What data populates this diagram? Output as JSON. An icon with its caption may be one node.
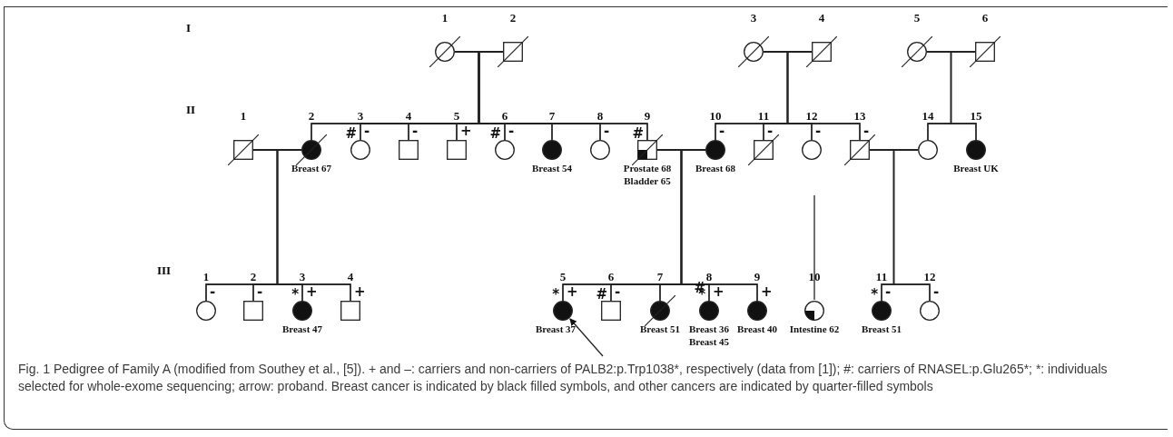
{
  "diagram": {
    "caption": "Fig. 1 Pedigree of Family A (modified from Southey et al., [5]). + and –: carriers and non-carriers of PALB2:p.Trp1038*, respectively (data from [1]); #: carriers of RNASEL:p.Glu265*; *: individuals selected for whole-exome sequencing; arrow: proband. Breast cancer is indicated by black filled symbols, and other cancers are indicated by quarter-filled symbols",
    "nodes": [
      {
        "text": [
          "1"
        ]
      },
      {
        "text": [
          "2"
        ]
      },
      {
        "text": [
          "3"
        ]
      },
      {
        "text": [
          "4"
        ]
      },
      {
        "text": [
          "5"
        ]
      },
      {
        "text": [
          "6"
        ]
      },
      {
        "text": [
          "1"
        ]
      },
      {
        "text": [
          "2"
        ],
        "beside": [
          "Breast 67"
        ]
      },
      {
        "text": [
          "3"
        ],
        "beside": [
          "#",
          "-"
        ]
      },
      {
        "text": [
          "4"
        ],
        "beside": [
          "-"
        ]
      },
      {
        "text": [
          "5"
        ],
        "beside": [
          "+"
        ]
      },
      {
        "text": [
          "6"
        ],
        "beside": [
          "#",
          "-"
        ]
      },
      {
        "text": [
          "7"
        ],
        "beside": [
          "Breast 54"
        ]
      },
      {
        "text": [
          "8"
        ],
        "beside": [
          "-"
        ]
      },
      {
        "text": [
          "9"
        ],
        "beside": [
          "#",
          "Prostate 68",
          "Bladder 65"
        ]
      },
      {
        "text": [
          "10"
        ],
        "beside": [
          "-",
          "Breast 68"
        ]
      },
      {
        "text": [
          "11"
        ],
        "beside": [
          "-"
        ]
      },
      {
        "text": [
          "12"
        ],
        "beside": [
          "-"
        ]
      },
      {
        "text": [
          "13"
        ],
        "beside": [
          "-"
        ]
      },
      {
        "text": [
          "14"
        ]
      },
      {
        "text": [
          "15"
        ],
        "beside": [
          "Breast UK"
        ]
      },
      {
        "text": [
          "1"
        ],
        "beside": [
          "-"
        ]
      },
      {
        "text": [
          "2"
        ],
        "beside": [
          "-"
        ]
      },
      {
        "text": [
          "3"
        ],
        "beside": [
          "*",
          "+",
          "Breast 47"
        ]
      },
      {
        "text": [
          "4"
        ],
        "beside": [
          "+"
        ]
      },
      {
        "text": [
          "5"
        ],
        "beside": [
          "*",
          "+",
          "Breast 37"
        ]
      },
      {
        "text": [
          "6"
        ],
        "beside": [
          "#",
          "-"
        ]
      },
      {
        "text": [
          "7"
        ],
        "beside": [
          "Breast 51"
        ]
      },
      {
        "text": [
          "8"
        ],
        "beside": [
          "#",
          "*",
          "+",
          "Breast 36",
          "Breast 45"
        ]
      },
      {
        "text": [
          "9"
        ],
        "beside": [
          "+",
          "Breast 40"
        ]
      },
      {
        "text": [
          "10"
        ],
        "beside": [
          "Intestine 62"
        ]
      },
      {
        "text": [
          "11"
        ],
        "beside": [
          "*",
          "-",
          "Breast 51"
        ]
      },
      {
        "text": [
          "12"
        ],
        "beside": [
          "-"
        ]
      }
    ],
    "edges": [
      {
        "from": 0,
        "to": 1,
        "arrow": "none"
      },
      {
        "from": 2,
        "to": 3,
        "arrow": "none"
      },
      {
        "from": 4,
        "to": 5,
        "arrow": "none"
      },
      {
        "from": 6,
        "to": 7,
        "arrow": "none"
      },
      {
        "from": 14,
        "to": 15,
        "arrow": "none"
      },
      {
        "from": 18,
        "to": 19,
        "arrow": "none"
      },
      {
        "from": 0,
        "to": 7,
        "arrow": "none"
      },
      {
        "from": 0,
        "to": 8,
        "arrow": "none"
      },
      {
        "from": 0,
        "to": 9,
        "arrow": "none"
      },
      {
        "from": 0,
        "to": 10,
        "arrow": "none"
      },
      {
        "from": 0,
        "to": 11,
        "arrow": "none"
      },
      {
        "from": 0,
        "to": 12,
        "arrow": "none"
      },
      {
        "from": 0,
        "to": 13,
        "arrow": "none"
      },
      {
        "from": 0,
        "to": 14,
        "arrow": "none"
      },
      {
        "from": 1,
        "to": 7,
        "arrow": "none"
      },
      {
        "from": 1,
        "to": 8,
        "arrow": "none"
      },
      {
        "from": 1,
        "to": 9,
        "arrow": "none"
      },
      {
        "from": 1,
        "to": 10,
        "arrow": "none"
      },
      {
        "from": 1,
        "to": 11,
        "arrow": "none"
      },
      {
        "from": 1,
        "to": 12,
        "arrow": "none"
      },
      {
        "from": 1,
        "to": 13,
        "arrow": "none"
      },
      {
        "from": 1,
        "to": 14,
        "arrow": "none"
      },
      {
        "from": 2,
        "to": 15,
        "arrow": "none"
      },
      {
        "from": 2,
        "to": 16,
        "arrow": "none"
      },
      {
        "from": 2,
        "to": 17,
        "arrow": "none"
      },
      {
        "from": 2,
        "to": 18,
        "arrow": "none"
      },
      {
        "from": 3,
        "to": 15,
        "arrow": "none"
      },
      {
        "from": 3,
        "to": 16,
        "arrow": "none"
      },
      {
        "from": 3,
        "to": 17,
        "arrow": "none"
      },
      {
        "from": 3,
        "to": 18,
        "arrow": "none"
      },
      {
        "from": 4,
        "to": 19,
        "arrow": "none"
      },
      {
        "from": 4,
        "to": 20,
        "arrow": "none"
      },
      {
        "from": 5,
        "to": 19,
        "arrow": "none"
      },
      {
        "from": 5,
        "to": 20,
        "arrow": "none"
      },
      {
        "from": 6,
        "to": 21,
        "arrow": "none"
      },
      {
        "from": 6,
        "to": 22,
        "arrow": "none"
      },
      {
        "from": 6,
        "to": 23,
        "arrow": "none"
      },
      {
        "from": 6,
        "to": 24,
        "arrow": "none"
      },
      {
        "from": 7,
        "to": 21,
        "arrow": "none"
      },
      {
        "from": 7,
        "to": 22,
        "arrow": "none"
      },
      {
        "from": 7,
        "to": 23,
        "arrow": "none"
      },
      {
        "from": 7,
        "to": 24,
        "arrow": "none"
      },
      {
        "from": 14,
        "to": 25,
        "arrow": "none"
      },
      {
        "from": 14,
        "to": 26,
        "arrow": "none"
      },
      {
        "from": 14,
        "to": 27,
        "arrow": "none"
      },
      {
        "from": 14,
        "to": 28,
        "arrow": "none"
      },
      {
        "from": 14,
        "to": 29,
        "arrow": "none"
      },
      {
        "from": 15,
        "to": 25,
        "arrow": "none"
      },
      {
        "from": 15,
        "to": 26,
        "arrow": "none"
      },
      {
        "from": 15,
        "to": 27,
        "arrow": "none"
      },
      {
        "from": 15,
        "to": 28,
        "arrow": "none"
      },
      {
        "from": 15,
        "to": 29,
        "arrow": "none"
      },
      {
        "from": 18,
        "to": 31,
        "arrow": "none"
      },
      {
        "from": 18,
        "to": 32,
        "arrow": "none"
      },
      {
        "from": 19,
        "to": 31,
        "arrow": "none"
      },
      {
        "from": 19,
        "to": 32,
        "arrow": "none"
      },
      {
        "from": null,
        "to": 30,
        "arrow": "none"
      },
      {
        "from": null,
        "to": 25,
        "arrow": "to"
      }
    ],
    "labels": [
      "I",
      "II",
      "III"
    ]
  }
}
